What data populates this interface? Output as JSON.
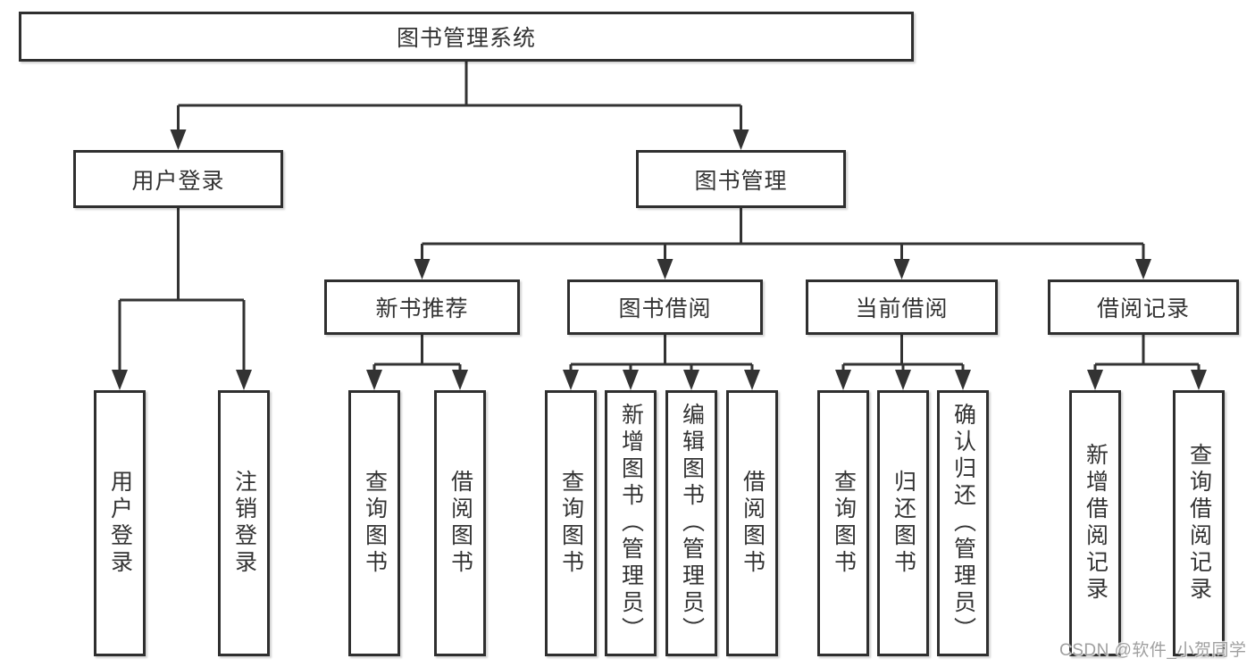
{
  "diagram": {
    "root": {
      "label": "图书管理系统"
    },
    "level2": [
      {
        "label": "用户登录"
      },
      {
        "label": "图书管理"
      }
    ],
    "level3": [
      {
        "label": "新书推荐"
      },
      {
        "label": "图书借阅"
      },
      {
        "label": "当前借阅"
      },
      {
        "label": "借阅记录"
      }
    ],
    "leaves": [
      {
        "label": "用户登录",
        "parent": "用户登录"
      },
      {
        "label": "注销登录",
        "parent": "用户登录"
      },
      {
        "label": "查询图书",
        "parent": "新书推荐"
      },
      {
        "label": "借阅图书",
        "parent": "新书推荐"
      },
      {
        "label": "查询图书",
        "parent": "图书借阅"
      },
      {
        "label": "新增图书（管理员）",
        "parent": "图书借阅"
      },
      {
        "label": "编辑图书（管理员）",
        "parent": "图书借阅"
      },
      {
        "label": "借阅图书",
        "parent": "图书借阅"
      },
      {
        "label": "查询图书",
        "parent": "当前借阅"
      },
      {
        "label": "归还图书",
        "parent": "当前借阅"
      },
      {
        "label": "确认归还（管理员）",
        "parent": "当前借阅"
      },
      {
        "label": "新增借阅记录",
        "parent": "借阅记录"
      },
      {
        "label": "查询借阅记录",
        "parent": "借阅记录"
      }
    ]
  },
  "watermark": {
    "text": "CSDN @软件_小贺同学"
  },
  "colors": {
    "line": "#333333",
    "box_border": "#2f2f2f",
    "text": "#333333",
    "watermark": "#a0a0a0",
    "background": "#ffffff"
  }
}
